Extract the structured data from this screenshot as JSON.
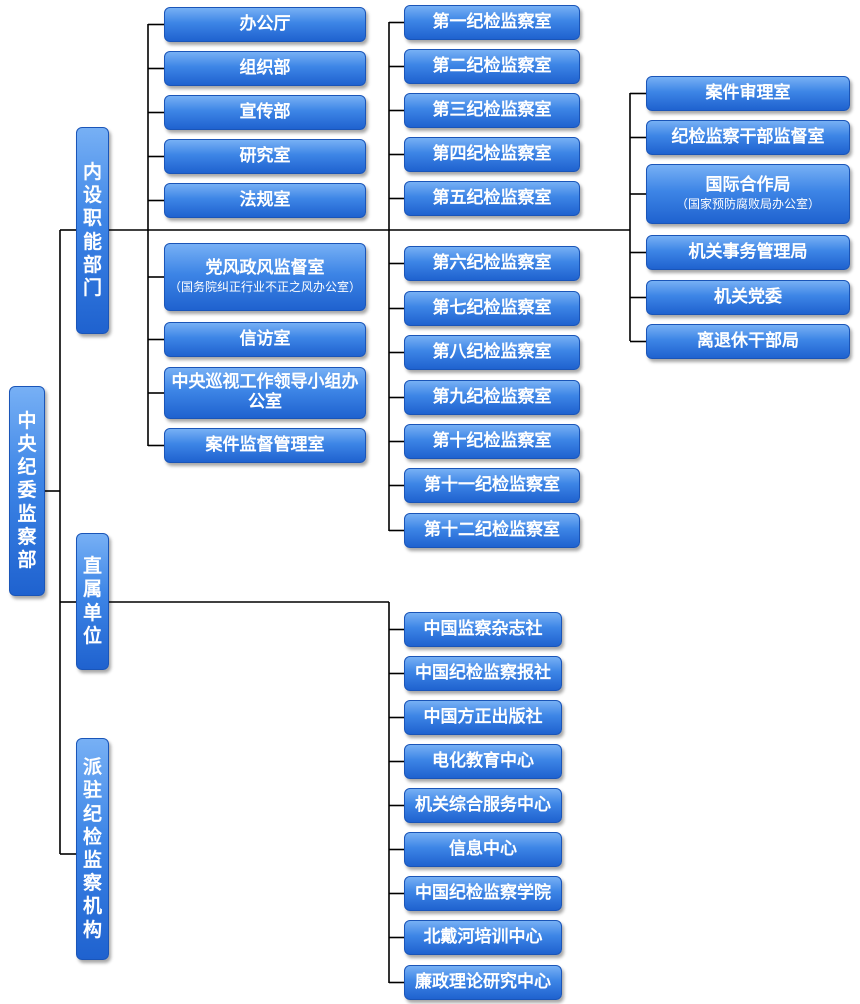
{
  "colors": {
    "box_top": "#77b0f5",
    "box_bottom": "#1f62cf",
    "connector": "#000000"
  },
  "root": {
    "label": "中央纪委\n监察部"
  },
  "branches": {
    "internal": {
      "label": "内设职能部门",
      "col1": [
        {
          "label": "办公厅"
        },
        {
          "label": "组织部"
        },
        {
          "label": "宣传部"
        },
        {
          "label": "研究室"
        },
        {
          "label": "法规室"
        },
        {
          "label": "党风政风监督室",
          "sub": "（国务院纠正行业不正之风办公室）"
        },
        {
          "label": "信访室"
        },
        {
          "label": "中央巡视工作领导小组办公室"
        },
        {
          "label": "案件监督管理室"
        }
      ],
      "col2": [
        {
          "label": "第一纪检监察室"
        },
        {
          "label": "第二纪检监察室"
        },
        {
          "label": "第三纪检监察室"
        },
        {
          "label": "第四纪检监察室"
        },
        {
          "label": "第五纪检监察室"
        },
        {
          "label": "第六纪检监察室"
        },
        {
          "label": "第七纪检监察室"
        },
        {
          "label": "第八纪检监察室"
        },
        {
          "label": "第九纪检监察室"
        },
        {
          "label": "第十纪检监察室"
        },
        {
          "label": "第十一纪检监察室"
        },
        {
          "label": "第十二纪检监察室"
        }
      ],
      "col3": [
        {
          "label": "案件审理室"
        },
        {
          "label": "纪检监察干部监督室"
        },
        {
          "label": "国际合作局",
          "sub": "（国家预防腐败局办公室）"
        },
        {
          "label": "机关事务管理局"
        },
        {
          "label": "机关党委"
        },
        {
          "label": "离退休干部局"
        }
      ]
    },
    "direct": {
      "label": "直属单位",
      "items": [
        {
          "label": "中国监察杂志社"
        },
        {
          "label": "中国纪检监察报社"
        },
        {
          "label": "中国方正出版社"
        },
        {
          "label": "电化教育中心"
        },
        {
          "label": "机关综合服务中心"
        },
        {
          "label": "信息中心"
        },
        {
          "label": "中国纪检监察学院"
        },
        {
          "label": "北戴河培训中心"
        },
        {
          "label": "廉政理论研究中心"
        }
      ]
    },
    "stationed": {
      "label": "派驻纪检监察机构"
    }
  }
}
